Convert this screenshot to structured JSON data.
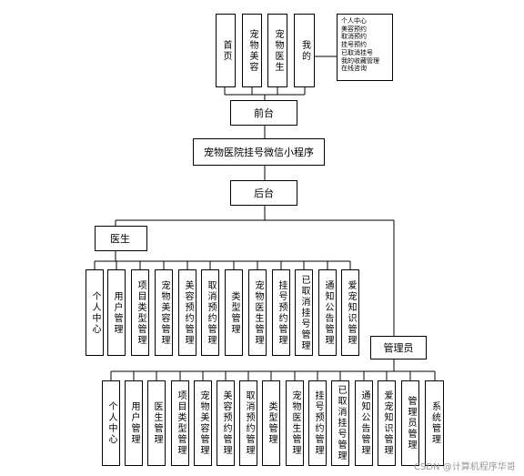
{
  "top_nav": [
    "首页",
    "宠物美容",
    "宠物医生",
    "我的"
  ],
  "my_menu": [
    "个人中心",
    "美容预约",
    "取消预约",
    "挂号预约",
    "已取消挂号",
    "我的收藏管理",
    "在线咨询"
  ],
  "front": "前台",
  "system": "宠物医院挂号微信小程序",
  "back": "后台",
  "doctor": "医生",
  "doctor_items": [
    "个人中心",
    "用户管理",
    "项目类型管理",
    "宠物美容管理",
    "美容预约管理",
    "取消预约管理",
    "类型管理",
    "宠物医生管理",
    "挂号预约管理",
    "已取消挂号管理",
    "通知公告管理",
    "爱宠知识管理"
  ],
  "admin": "管理员",
  "admin_items": [
    "个人中心",
    "用户管理",
    "医生管理",
    "项目类型管理",
    "宠物美容管理",
    "美容预约管理",
    "取消预约管理",
    "类型管理",
    "宠物医生管理",
    "挂号预约管理",
    "已取消挂号管理",
    "通知公告管理",
    "爱宠知识管理",
    "管理员管理",
    "系统管理"
  ],
  "watermark": "CSDN @计算机程序华哥"
}
